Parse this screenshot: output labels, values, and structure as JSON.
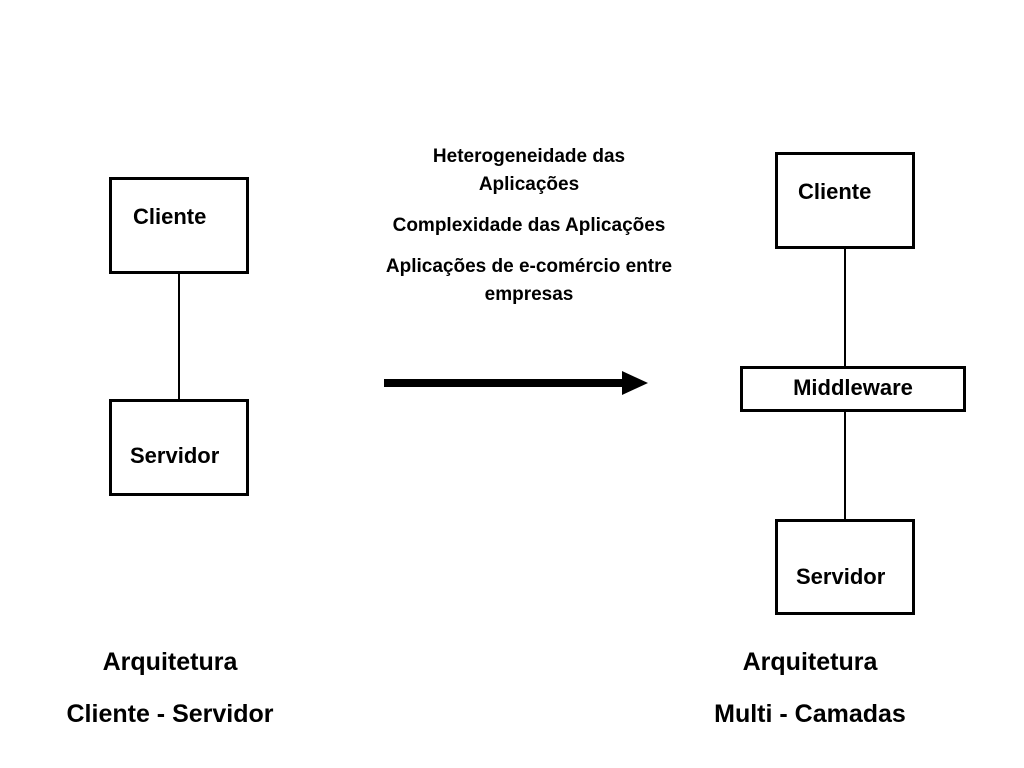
{
  "left_architecture": {
    "client_label": "Cliente",
    "server_label": "Servidor",
    "caption_line1": "Arquitetura",
    "caption_line2": "Cliente - Servidor"
  },
  "right_architecture": {
    "client_label": "Cliente",
    "middleware_label": "Middleware",
    "server_label": "Servidor",
    "caption_line1": "Arquitetura",
    "caption_line2": "Multi - Camadas"
  },
  "drivers": [
    "Heterogeneidade das Aplicações",
    "Complexidade das Aplicações",
    "Aplicações de e-comércio entre empresas"
  ]
}
